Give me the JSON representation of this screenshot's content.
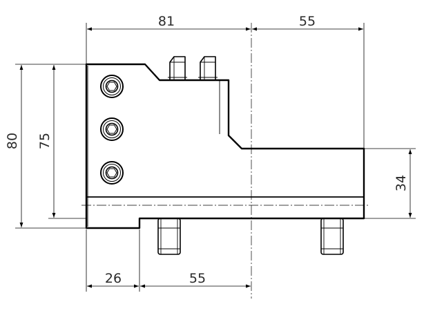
{
  "dimensions": {
    "top_left_width": "81",
    "top_right_width": "55",
    "left_height_outer": "80",
    "left_height_inner": "75",
    "right_height": "34",
    "bottom_left_width": "26",
    "bottom_mid_width": "55"
  },
  "screws": {
    "count": 3,
    "icon": "hex-socket-screw-icon"
  },
  "pins": {
    "top_count": 2,
    "bottom_count": 2
  },
  "colors": {
    "line": "#000000",
    "text": "#2a2a2a",
    "background": "#ffffff"
  }
}
